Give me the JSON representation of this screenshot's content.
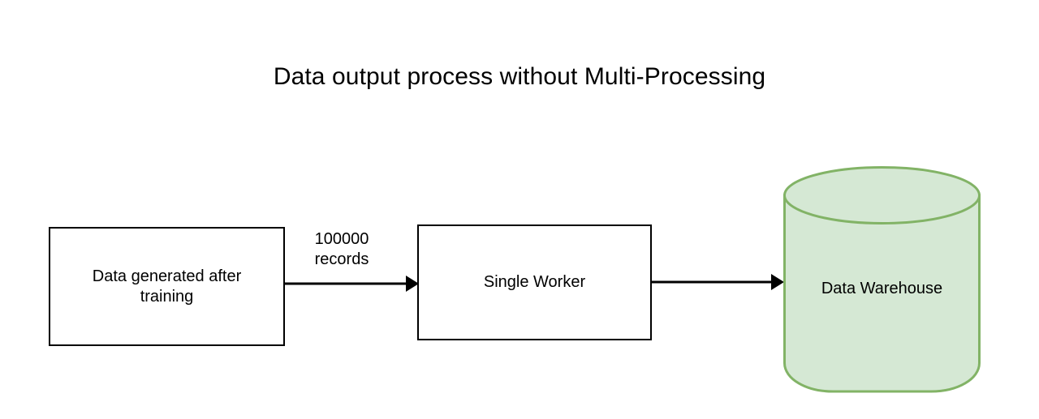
{
  "diagram": {
    "title": "Data output process without Multi-Processing",
    "background_color": "#ffffff",
    "nodes": [
      {
        "id": "data-generated",
        "label": "Data generated after\ntraining",
        "shape": "rectangle",
        "fill_color": "#ffffff",
        "stroke_color": "#000000"
      },
      {
        "id": "single-worker",
        "label": "Single Worker",
        "shape": "rectangle",
        "fill_color": "#ffffff",
        "stroke_color": "#000000"
      },
      {
        "id": "data-warehouse",
        "label": "Data Warehouse",
        "shape": "cylinder",
        "fill_color": "#d5e8d4",
        "stroke_color": "#82b366"
      }
    ],
    "edges": [
      {
        "id": "edge-records",
        "from": "data-generated",
        "to": "single-worker",
        "label": "100000\nrecords",
        "arrowhead": "filled-triangle",
        "stroke_color": "#000000"
      },
      {
        "id": "edge-load",
        "from": "single-worker",
        "to": "data-warehouse",
        "label": "",
        "arrowhead": "filled-triangle",
        "stroke_color": "#000000"
      }
    ]
  }
}
